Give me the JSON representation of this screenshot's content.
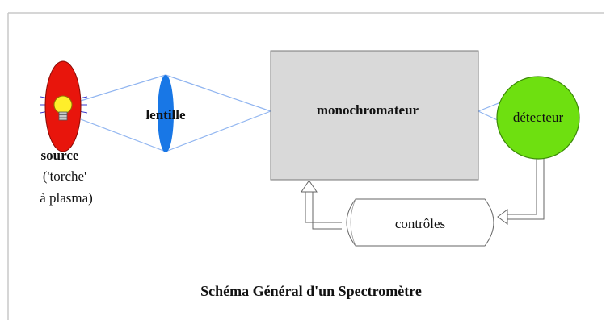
{
  "diagram": {
    "title": "Schéma Général d'un Spectromètre",
    "source": {
      "label_line1": "source",
      "label_line2": "('torche'",
      "label_line3": "à plasma)",
      "color": "#e8150c",
      "bulb_color": "#ffee2a",
      "ray_color": "#3a3acc"
    },
    "lens": {
      "label": "lentille",
      "color": "#1877e6"
    },
    "monochromator": {
      "label": "monochromateur",
      "fill": "#d9d9d9",
      "stroke": "#777777"
    },
    "detector": {
      "label": "détecteur",
      "fill": "#6ee010",
      "stroke": "#3c8a08"
    },
    "controls": {
      "label": "contrôles"
    },
    "light_path_color": "#8fb4f0",
    "frame_color": "#c8c8c8"
  }
}
